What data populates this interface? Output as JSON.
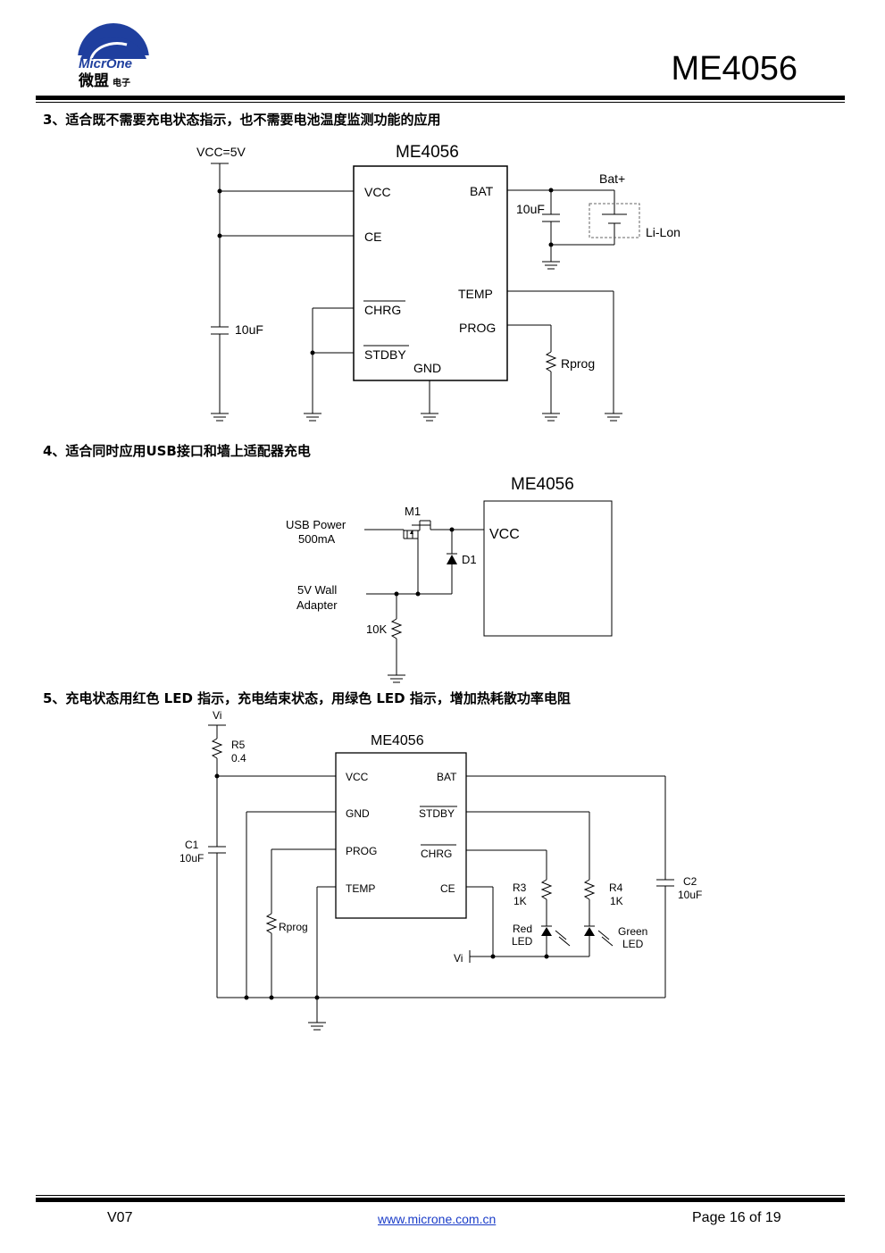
{
  "header": {
    "logo_text": "MicrOne",
    "logo_cn": "微盟",
    "logo_cn_small": "电子",
    "part_number": "ME4056"
  },
  "sections": [
    {
      "heading": "3、适合既不需要充电状态指示，也不需要电池温度监测功能的应用"
    },
    {
      "heading": "4、适合同时应用USB接口和墙上适配器充电"
    },
    {
      "heading": "5、充电状态用红色 LED 指示，充电结束状态，用绿色 LED 指示，增加热耗散功率电阻"
    }
  ],
  "circuit1": {
    "vcc_label": "VCC=5V",
    "chip_name": "ME4056",
    "pin_vcc": "VCC",
    "pin_ce": "CE",
    "pin_chrg": "CHRG",
    "pin_stdby": "STDBY",
    "pin_gnd": "GND",
    "pin_bat": "BAT",
    "pin_temp": "TEMP",
    "pin_prog": "PROG",
    "cap_in": "10uF",
    "cap_bat": "10uF",
    "bat_plus": "Bat+",
    "battery": "Li-Lon",
    "rprog": "Rprog"
  },
  "circuit2": {
    "chip_name": "ME4056",
    "pin_vcc": "VCC",
    "usb_line1": "USB Power",
    "usb_line2": "500mA",
    "mosfet": "M1",
    "diode": "D1",
    "wall_line1": "5V Wall",
    "wall_line2": "Adapter",
    "resistor": "10K"
  },
  "circuit3": {
    "vi_top": "Vi",
    "r5_name": "R5",
    "r5_value": "0.4",
    "chip_name": "ME4056",
    "pin_vcc": "VCC",
    "pin_gnd": "GND",
    "pin_prog": "PROG",
    "pin_temp": "TEMP",
    "pin_bat": "BAT",
    "pin_stdby": "STDBY",
    "pin_chrg": "CHRG",
    "pin_ce": "CE",
    "c1_name": "C1",
    "c1_value": "10uF",
    "c2_name": "C2",
    "c2_value": "10uF",
    "r3_name": "R3",
    "r3_value": "1K",
    "r4_name": "R4",
    "r4_value": "1K",
    "red_line1": "Red",
    "red_line2": "LED",
    "green_line1": "Green",
    "green_line2": "LED",
    "vi_bottom": "Vi",
    "rprog": "Rprog"
  },
  "footer": {
    "version": "V07",
    "url": "www.microne.com.cn",
    "page": "Page 16 of 19"
  }
}
